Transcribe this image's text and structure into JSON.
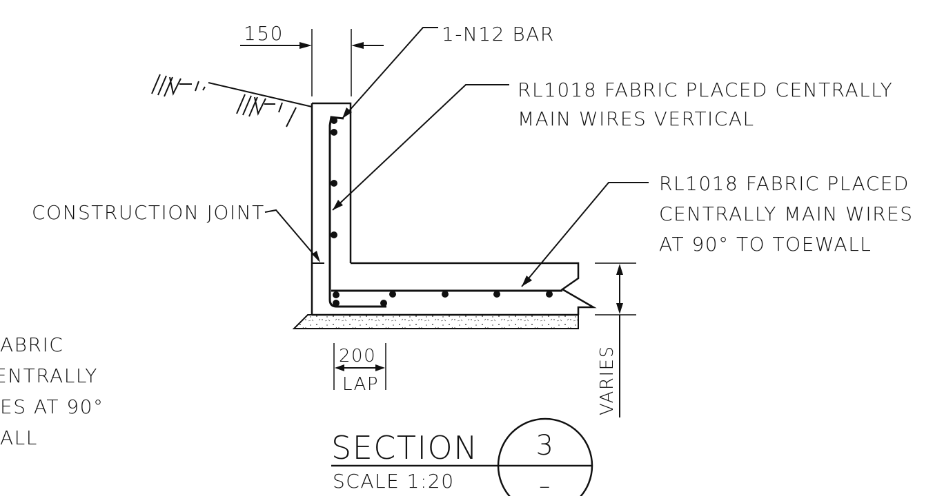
{
  "dimensions": {
    "wall_thickness": "150",
    "lap_length": "200",
    "lap_label": "LAP",
    "height_label": "VARIES"
  },
  "notes": {
    "top_bar": "1-N12 BAR",
    "wall_fabric_line1": "RL1018 FABRIC PLACED CENTRALLY",
    "wall_fabric_line2": "MAIN WIRES VERTICAL",
    "slab_fabric_line1": "RL1018 FABRIC PLACED",
    "slab_fabric_line2": "CENTRALLY MAIN WIRES",
    "slab_fabric_line3": "AT 90° TO TOEWALL",
    "construction_joint": "CONSTRUCTION JOINT",
    "left_clipped_line1": "ABRIC",
    "left_clipped_line2": "ENTRALLY",
    "left_clipped_line3": "ES AT 90°",
    "left_clipped_line4": "ALL"
  },
  "section_title": {
    "label": "SECTION",
    "number": "3",
    "sheet": "–",
    "scale": "SCALE  1:20"
  }
}
